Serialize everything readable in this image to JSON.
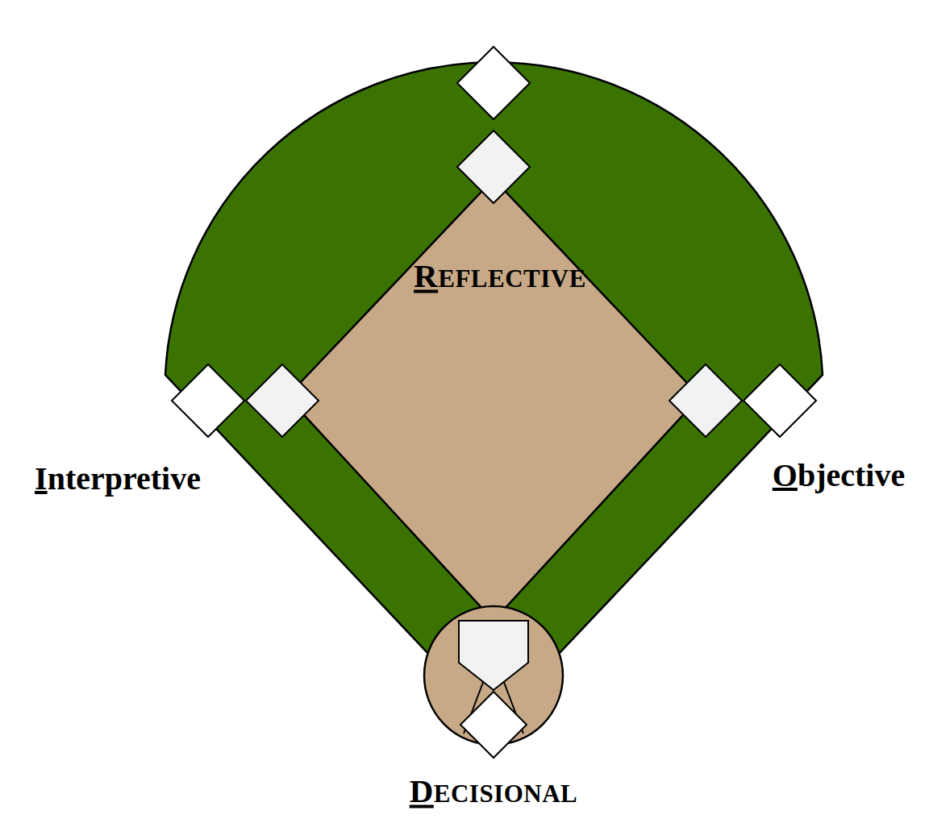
{
  "diagram": {
    "labels": [
      "REFLECTIVE",
      "Interpretive",
      "Objective",
      "DECISIONAL"
    ]
  }
}
